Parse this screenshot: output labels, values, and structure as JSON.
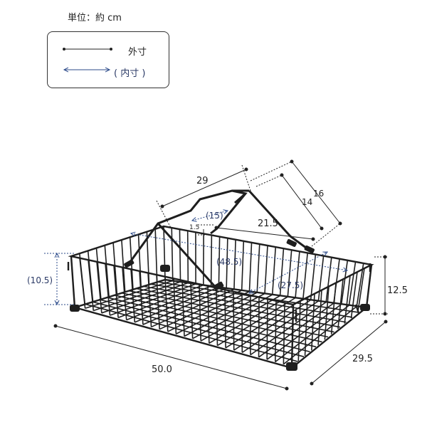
{
  "unit_label": "単位：約 cm",
  "legend": {
    "outer_label": "外寸",
    "inner_label": "( 内寸 )"
  },
  "dimensions": {
    "handle_width": "29",
    "handle_height_outer": "16",
    "handle_height_inner": "14",
    "handle_inner_width": "(15)",
    "handle_grip": "1.5",
    "handle_span": "21.5",
    "inner_length": "(48.5)",
    "inner_depth": "(27.5)",
    "inner_height": "(10.5)",
    "outer_height": "12.5",
    "outer_length": "50.0",
    "outer_depth": "29.5"
  },
  "colors": {
    "outer_line": "#222222",
    "inner_line": "#2b4a8a",
    "wire": "#1e1e1e"
  }
}
